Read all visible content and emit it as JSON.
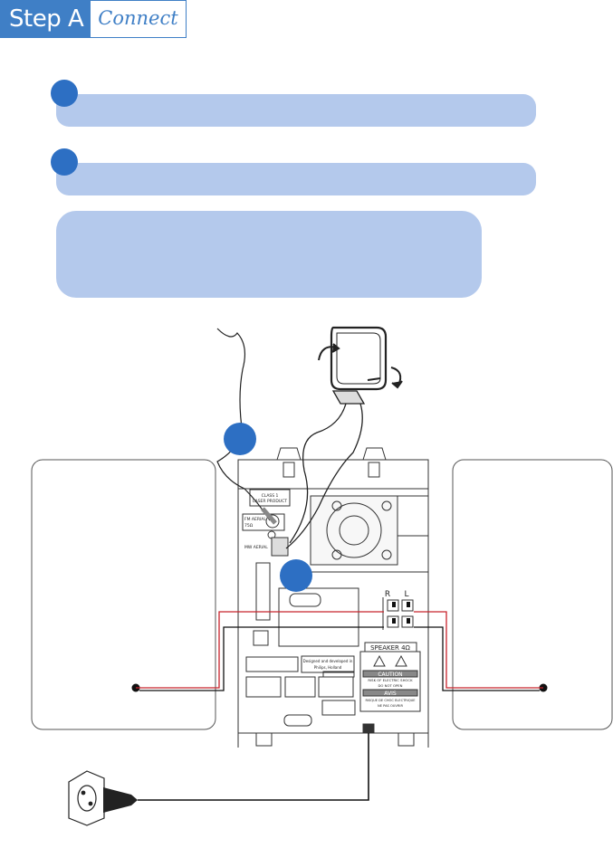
{
  "header": {
    "step": "Step A",
    "title": "Connect"
  },
  "device": {
    "fm_label": "FM AERIAL",
    "fm_sub": "75Ω",
    "mw_label": "MW AERIAL",
    "class_label_1": "CLASS 1",
    "class_label_2": "LASER PRODUCT",
    "speaker_title": "SPEAKER 4Ω",
    "right_label": "R",
    "left_label": "L",
    "designed_1": "Designed and developed in",
    "designed_2": "Philips, Holland",
    "caution": "CAUTION",
    "caution_1": "RISK OF ELECTRIC SHOCK",
    "caution_2": "DO NOT OPEN",
    "avis": "AVIS",
    "avis_1": "RISQUE DE CHOC ELECTRIQUE",
    "avis_2": "NE PAS OUVRIR"
  },
  "colors": {
    "accent": "#2d6fc3",
    "panel": "#b4c9ec",
    "red_wire": "#c8242c"
  }
}
